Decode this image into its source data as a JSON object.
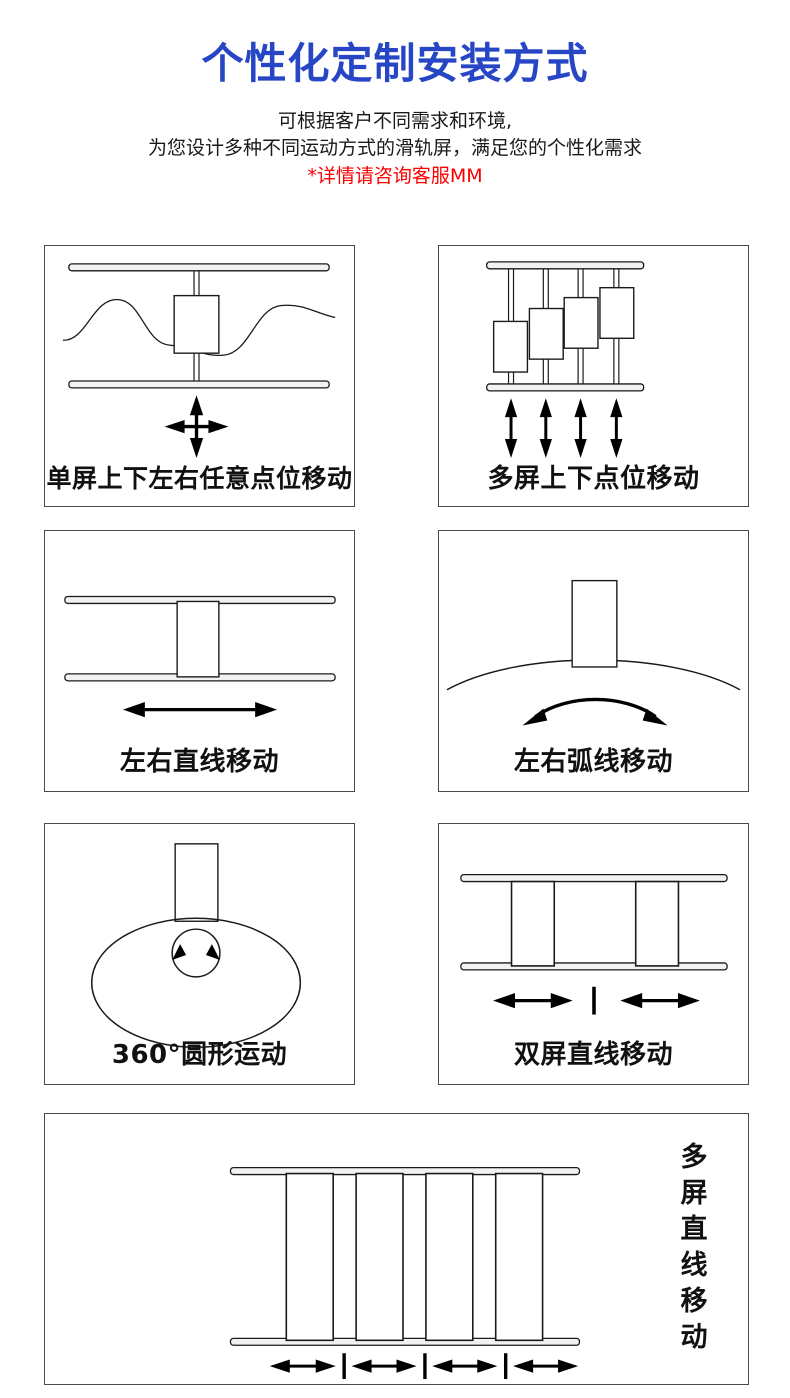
{
  "header": {
    "title": "个性化定制安装方式",
    "subtitle_line1": "可根据客户不同需求和环境,",
    "subtitle_line2": "为您设计多种不同运动方式的滑轨屏，满足您的个性化需求",
    "note": "*详情请咨询客服MM",
    "title_color": "#2746c6",
    "note_color": "#fc0000",
    "subtitle_color": "#1a1a1a"
  },
  "cards": [
    {
      "id": "card-0",
      "label": "单屏上下左右任意点位移动",
      "diagram": "single-screen-free-point-movement",
      "elements": [
        "top-rail",
        "bottom-rail",
        "vertical-track",
        "screen-panel",
        "wave-path",
        "four-way-arrow"
      ]
    },
    {
      "id": "card-1",
      "label": "多屏上下点位移动",
      "diagram": "multi-screen-vertical-point-movement",
      "elements": [
        "top-rail",
        "bottom-rail",
        "vertical-track-x4",
        "screen-panel-x4",
        "up-down-arrow-x4"
      ],
      "screen_count": 4,
      "arrow_count": 4
    },
    {
      "id": "card-2",
      "label": "左右直线移动",
      "diagram": "horizontal-linear-movement",
      "elements": [
        "top-rail",
        "bottom-rail",
        "screen-panel",
        "left-right-arrow"
      ]
    },
    {
      "id": "card-3",
      "label": "左右弧线移动",
      "diagram": "horizontal-arc-movement",
      "elements": [
        "arc-rail",
        "screen-panel",
        "curved-double-arrow"
      ]
    },
    {
      "id": "card-4",
      "label": "360°圆形运动",
      "diagram": "circular-360-movement",
      "elements": [
        "ellipse-rail",
        "screen-panel",
        "rotation-circle-arrow"
      ]
    },
    {
      "id": "card-5",
      "label": "双屏直线移动",
      "diagram": "dual-screen-linear-movement",
      "elements": [
        "top-rail",
        "bottom-rail",
        "screen-panel-x2",
        "left-right-arrow-x2",
        "divider-tick"
      ],
      "screen_count": 2,
      "arrow_count": 2
    },
    {
      "id": "card-6",
      "label": "多屏直线移动",
      "label_orientation": "vertical",
      "diagram": "multi-screen-linear-movement",
      "elements": [
        "top-rail",
        "bottom-rail",
        "screen-panel-x4",
        "left-right-arrow-x4",
        "divider-tick-x3"
      ],
      "screen_count": 4,
      "arrow_count": 4
    }
  ],
  "style": {
    "card_border_color": "#4a4a4a",
    "diagram_stroke_color": "#1a1a1a",
    "rail_fill": "#f0f0f0",
    "background": "#ffffff"
  }
}
